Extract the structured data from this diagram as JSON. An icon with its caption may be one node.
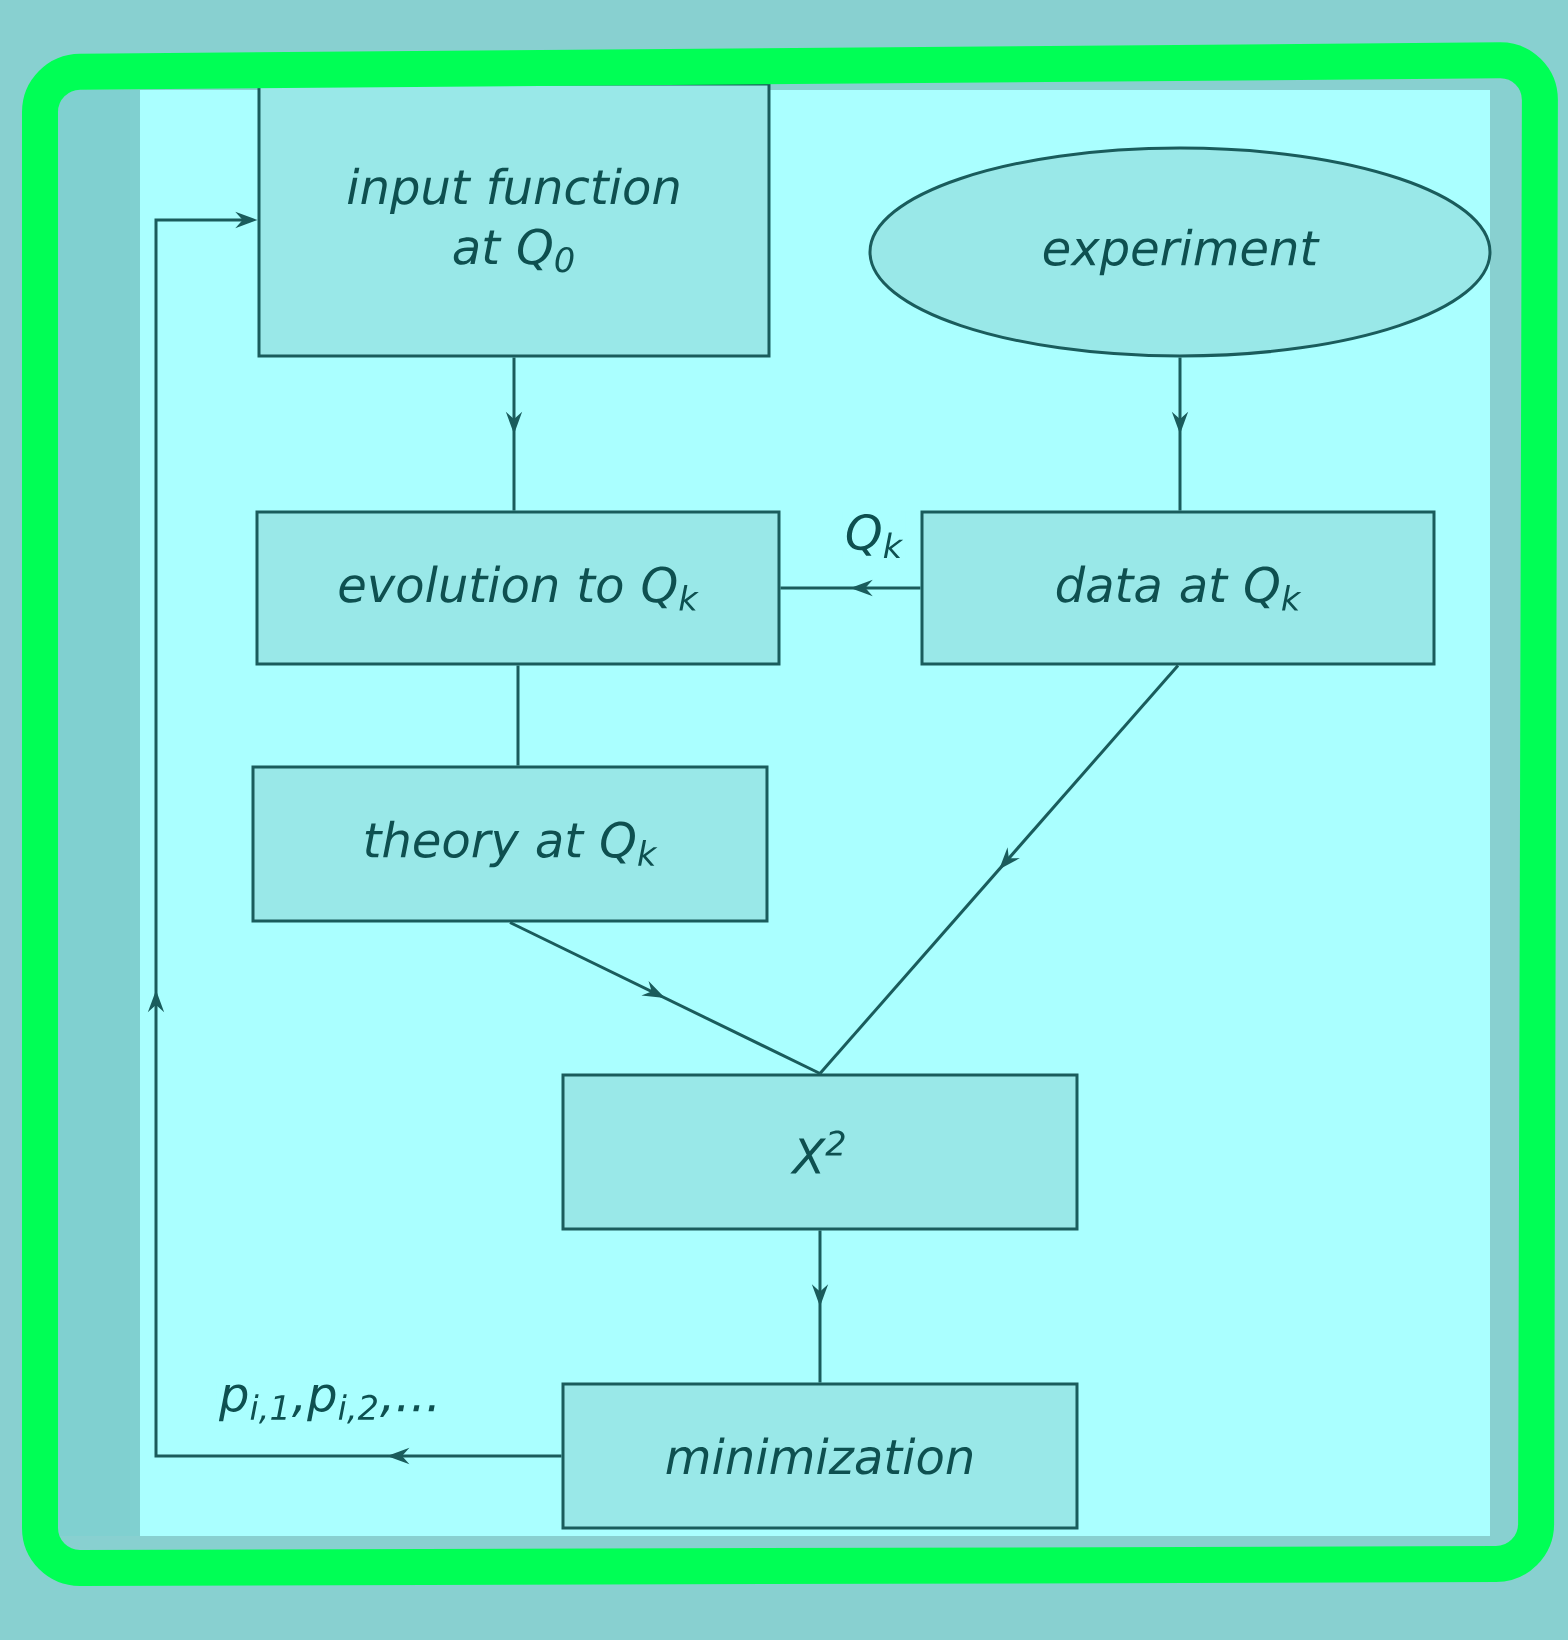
{
  "diagram": {
    "nodes": [
      {
        "text": [
          "input function at Q$_{0}$"
        ]
      },
      {
        "text": [
          "experiment"
        ]
      },
      {
        "text": [
          "evolution to Q$_{k}$"
        ]
      },
      {
        "text": [
          "data at Q$_{k}$"
        ]
      },
      {
        "text": [
          "theory at Q$_{k}$"
        ]
      },
      {
        "text": [
          "X$^{2}$"
        ]
      },
      {
        "text": [
          "minimization"
        ]
      }
    ],
    "edges": [
      {
        "from": 0,
        "to": 2,
        "arrow": "to"
      },
      {
        "from": 1,
        "to": 3,
        "arrow": "to"
      },
      {
        "from": 3,
        "to": 2,
        "arrow": "to",
        "label": "Q$_{k}$"
      },
      {
        "from": 2,
        "to": 4,
        "arrow": "none"
      },
      {
        "from": 4,
        "to": 5,
        "arrow": "to"
      },
      {
        "from": 3,
        "to": 5,
        "arrow": "to"
      },
      {
        "from": 5,
        "to": 6,
        "arrow": "to"
      },
      {
        "from": 6,
        "to": 0,
        "arrow": "to",
        "label": "p$_{i,1}$,p$_{i,2}$,..."
      }
    ]
  }
}
